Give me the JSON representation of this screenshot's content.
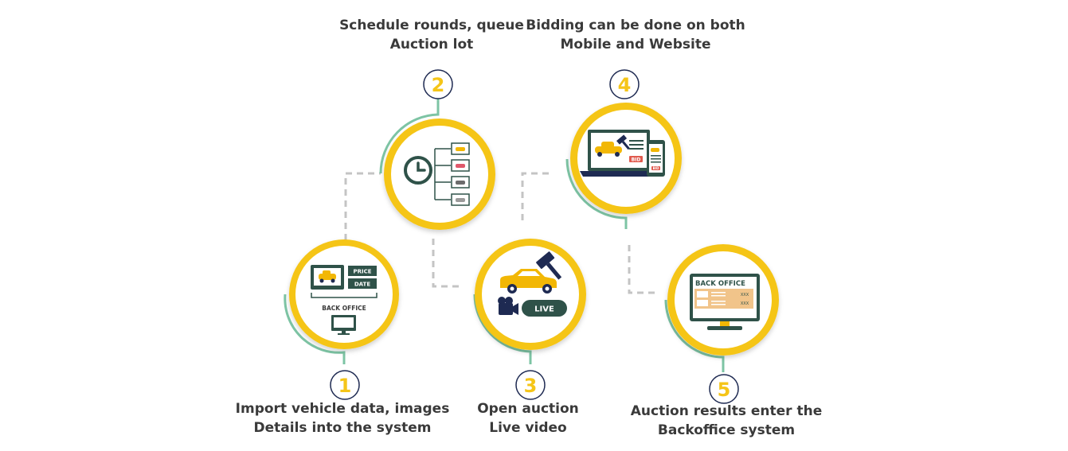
{
  "steps": [
    {
      "number": "1",
      "line1": "Import vehicle data, images",
      "line2": "Details into the system",
      "icon": "back-office-import-icon"
    },
    {
      "number": "2",
      "line1": "Schedule rounds, queue",
      "line2": "Auction lot",
      "icon": "clock-schedule-icon"
    },
    {
      "number": "3",
      "line1": "Open auction",
      "line2": "Live video",
      "icon": "live-auction-icon"
    },
    {
      "number": "4",
      "line1": "Bidding can be done on both",
      "line2": "Mobile and Website",
      "icon": "laptop-mobile-bid-icon"
    },
    {
      "number": "5",
      "line1": "Auction results enter the",
      "line2": "Backoffice system",
      "icon": "back-office-monitor-icon"
    }
  ],
  "icon_labels": {
    "price": "PRICE",
    "date": "DATE",
    "back_office_small": "BACK OFFICE",
    "live": "LIVE",
    "bid": "BID",
    "back_office": "BACK OFFICE",
    "xxx": "XXX"
  },
  "colors": {
    "accent_yellow": "#f5c518",
    "ring_yellow": "#f7d23a",
    "arc_green": "#7dc4a4",
    "dark_teal": "#2f5249",
    "navy": "#1e2a52",
    "car_yellow": "#f2b705",
    "dashed_gray": "#c4c4c4",
    "text": "#3a3a3a",
    "back_office_tan": "#f1c48a"
  }
}
